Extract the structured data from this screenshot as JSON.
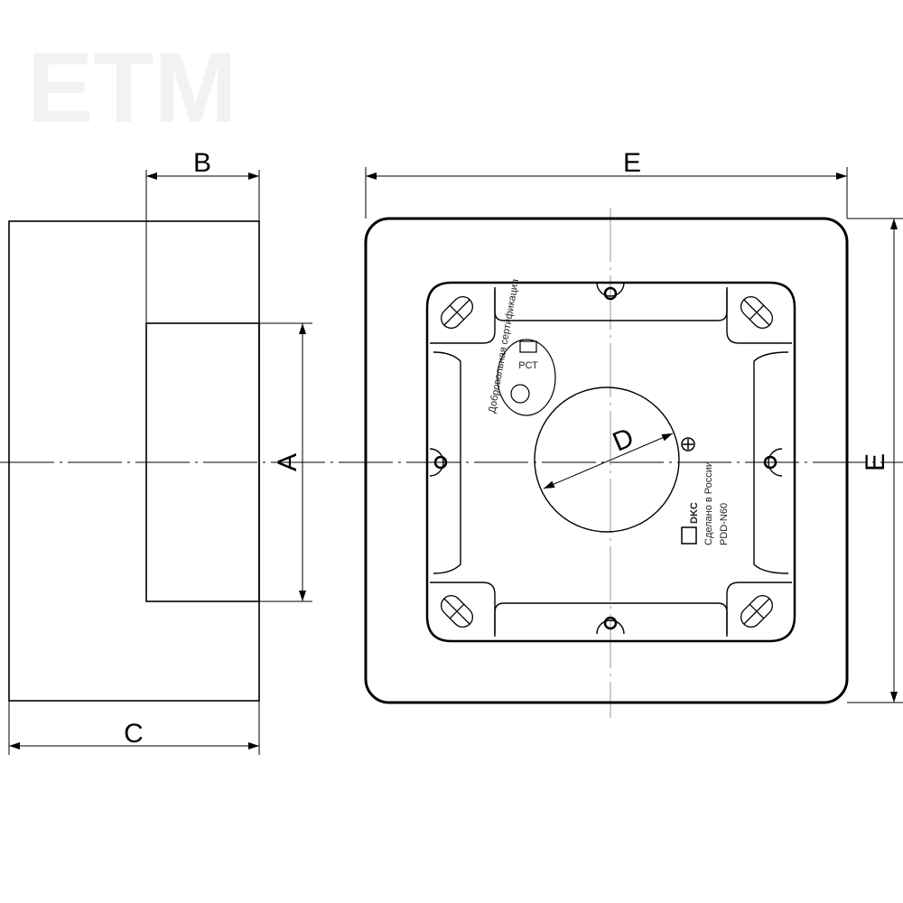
{
  "watermark": "ETM",
  "labels": {
    "A": "A",
    "B": "B",
    "C": "C",
    "D": "D",
    "E_top": "E",
    "E_right": "E"
  },
  "product": {
    "brand": "DKC",
    "made_in": "Сделано в России",
    "model": "PDD-N60",
    "certification": "Добровольная сертификация",
    "cert_mark": "РСТ"
  },
  "colors": {
    "line": "#000000",
    "centerline": "#999999"
  }
}
